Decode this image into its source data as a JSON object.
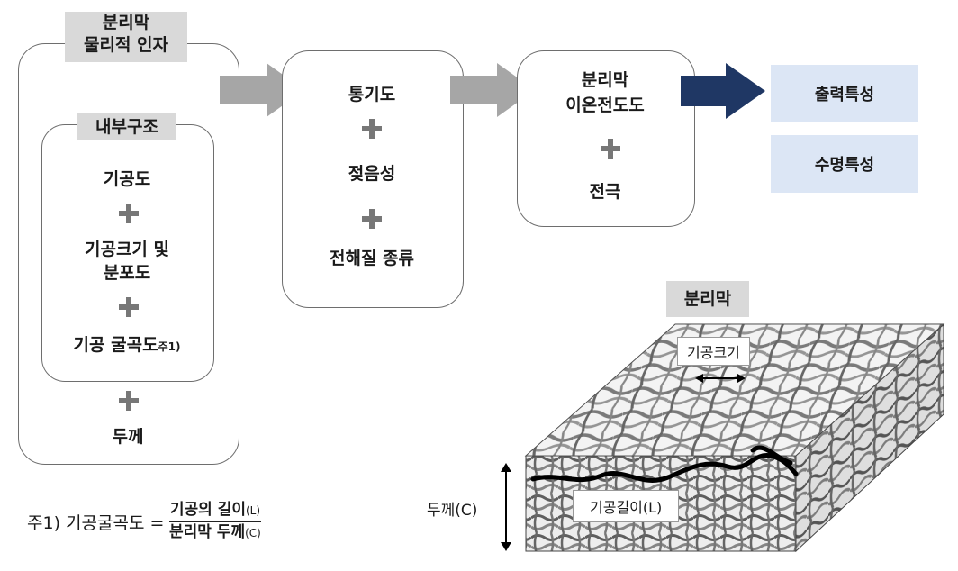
{
  "physical_factors": {
    "label_line1": "분리막",
    "label_line2": "물리적 인자",
    "internal_structure": {
      "label": "내부구조",
      "items": [
        "기공도",
        "기공크기 및",
        "분포도",
        "기공 굴곡도"
      ],
      "footnote_marker": "주1)"
    },
    "thickness": "두께"
  },
  "middle": {
    "items": [
      "통기도",
      "젖음성",
      "전해질 종류"
    ]
  },
  "ionic": {
    "line1": "분리막",
    "line2": "이온전도도",
    "electrode": "전극"
  },
  "outputs": [
    "출력특성",
    "수명특성"
  ],
  "figure": {
    "label": "분리막",
    "pore_size": "기공크기",
    "pore_length": "기공길이(L)",
    "thickness": "두께(C)"
  },
  "footnote": {
    "prefix": "주1) 기공굴곡도 =",
    "numerator": "기공의 길이",
    "numerator_unit": "(L)",
    "denominator": "분리막 두께",
    "denominator_unit": "(C)"
  },
  "colors": {
    "gray_arrow": "#a6a6a6",
    "navy_arrow": "#1f3764",
    "blue_box": "#dce6f5",
    "gray_label": "#d9d9d9"
  }
}
